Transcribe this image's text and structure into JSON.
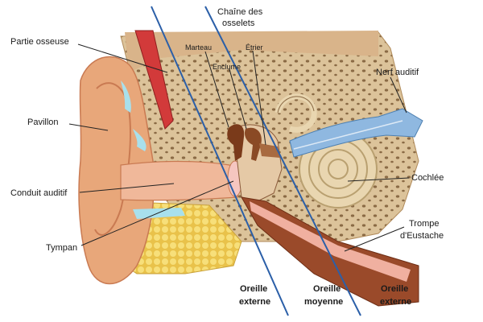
{
  "labels": {
    "partie_osseuse": "Partie osseuse",
    "chaine": [
      "Chaîne des",
      "osselets"
    ],
    "marteau": "Marteau",
    "enclume": "Enclume",
    "etrier": "Étrier",
    "nerf_auditif": "Nerf auditif",
    "pavillon": "Pavillon",
    "cochlee": "Cochlée",
    "conduit_auditif": "Conduit auditif",
    "trompe": [
      "Trompe",
      "d'Eustache"
    ],
    "tympan": "Tympan"
  },
  "regions": {
    "left": [
      "Oreille",
      "externe"
    ],
    "middle": [
      "Oreille",
      "moyenne"
    ],
    "right": [
      "Oreille",
      "externe"
    ]
  },
  "colors": {
    "skin": "#e8a77a",
    "skin_dark": "#c97a52",
    "bone": "#dcc39a",
    "bone_holes": "#8a6a45",
    "fat": "#f3d35a",
    "canal": "#f0b89a",
    "cartilage": "#a8e0ec",
    "muscle": "#d23a3a",
    "cochlea": "#e9d6b0",
    "nerve": "#8fb8e0",
    "tube": "#9a4a2a",
    "divider": "#2b5fa8"
  }
}
